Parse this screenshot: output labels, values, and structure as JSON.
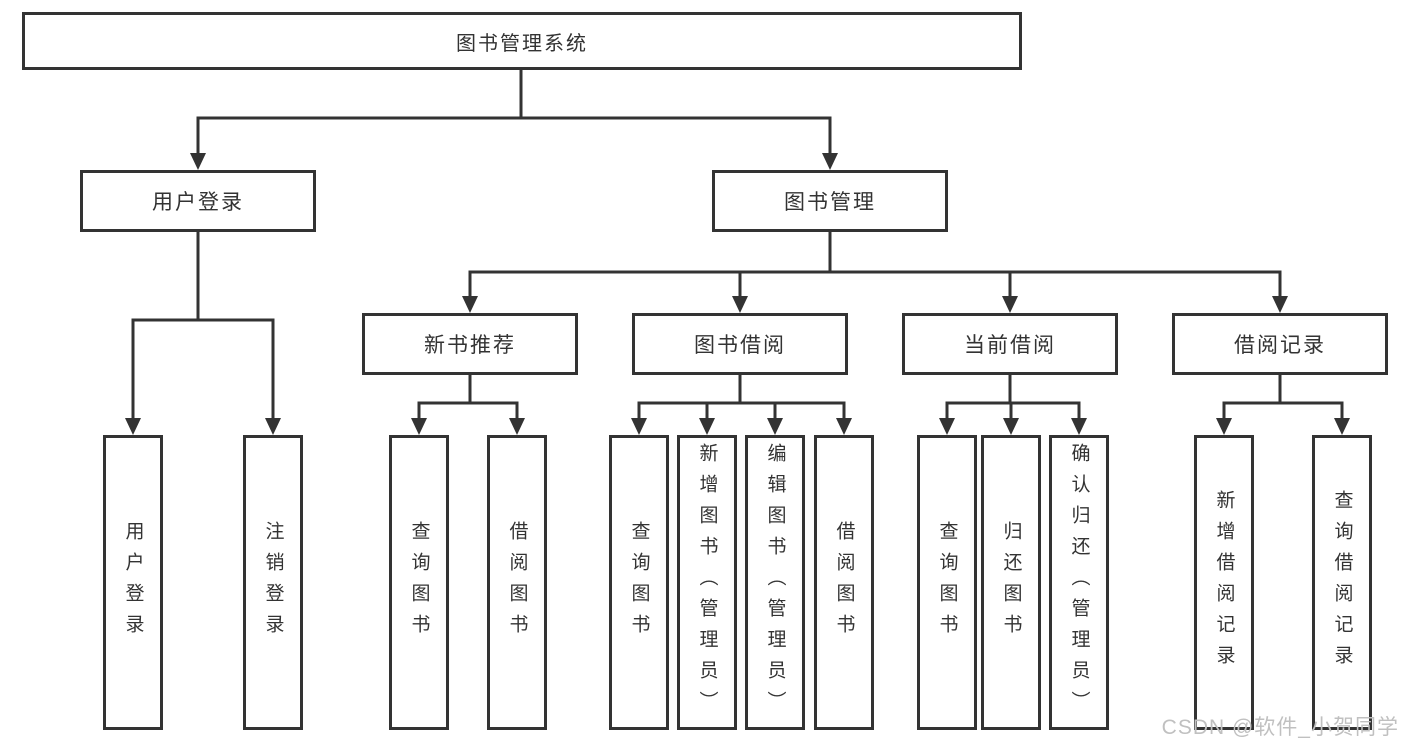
{
  "colors": {
    "background": "#ffffff",
    "line": "#333333",
    "text": "#333333",
    "box_bg": "#ffffff",
    "watermark": "#c0c0c0"
  },
  "watermark": {
    "text": "CSDN @软件_小贺同学"
  },
  "tree": {
    "label": "图书管理系统",
    "children": [
      {
        "label": "用户登录",
        "children": [
          {
            "label": "用户登录"
          },
          {
            "label": "注销登录"
          }
        ]
      },
      {
        "label": "图书管理",
        "children": [
          {
            "label": "新书推荐",
            "children": [
              {
                "label": "查询图书"
              },
              {
                "label": "借阅图书"
              }
            ]
          },
          {
            "label": "图书借阅",
            "children": [
              {
                "label": "查询图书"
              },
              {
                "label": "新增图书（管理员）"
              },
              {
                "label": "编辑图书（管理员）"
              },
              {
                "label": "借阅图书"
              }
            ]
          },
          {
            "label": "当前借阅",
            "children": [
              {
                "label": "查询图书"
              },
              {
                "label": "归还图书"
              },
              {
                "label": "确认归还（管理员）"
              }
            ]
          },
          {
            "label": "借阅记录",
            "children": [
              {
                "label": "新增借阅记录"
              },
              {
                "label": "查询借阅记录"
              }
            ]
          }
        ]
      }
    ]
  }
}
